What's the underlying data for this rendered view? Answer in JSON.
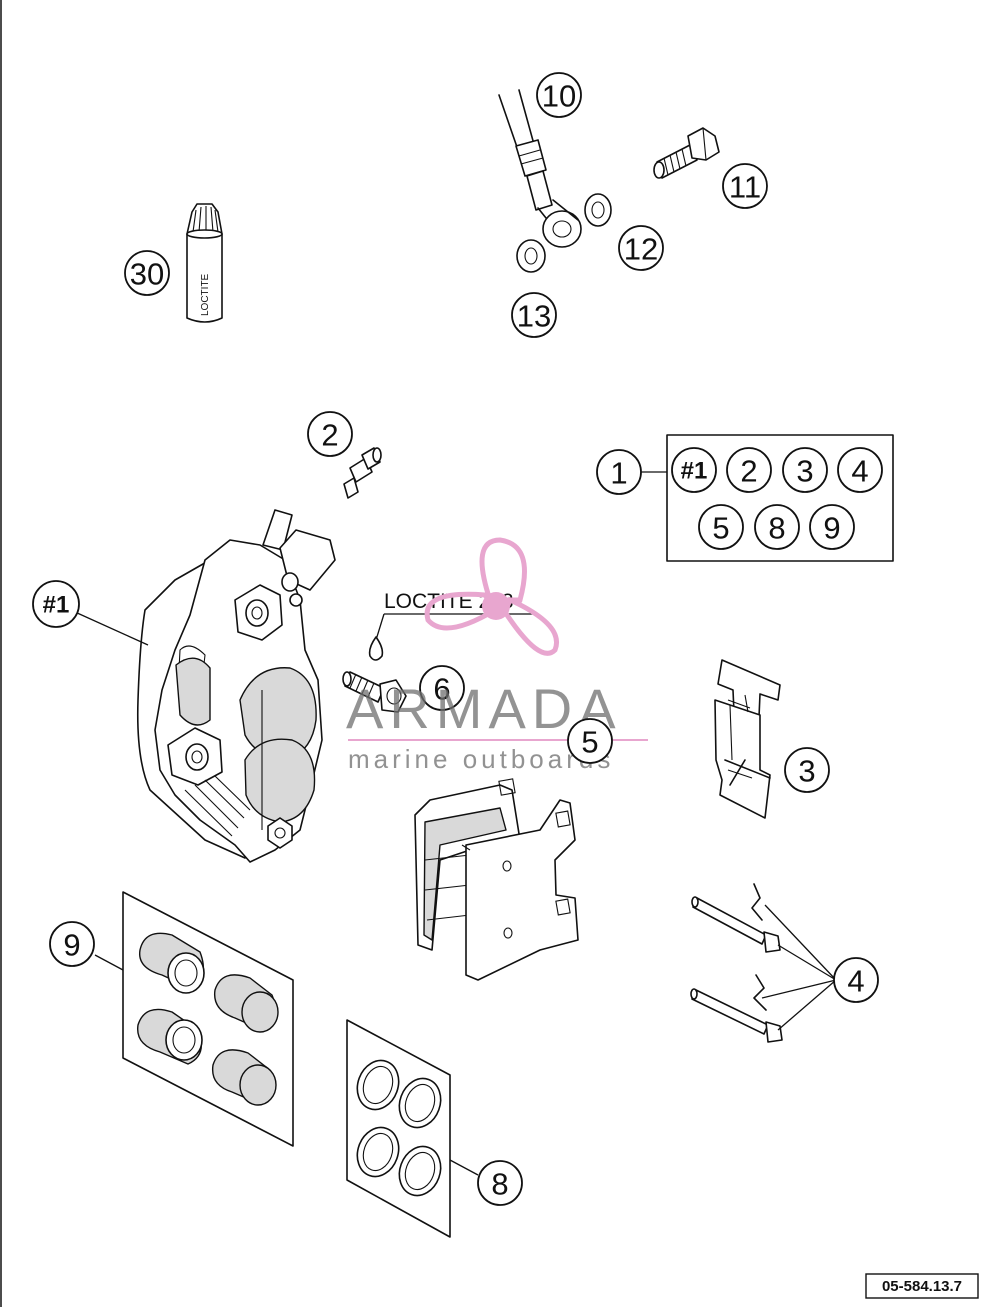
{
  "callouts": {
    "c1": "1",
    "c1_group": "#1",
    "c2": "2",
    "c3": "3",
    "c4": "4",
    "c5": "5",
    "c6": "6",
    "c8": "8",
    "c9": "9",
    "c10": "10",
    "c11": "11",
    "c12": "12",
    "c13": "13",
    "c30": "30"
  },
  "kit": {
    "row1": [
      "#1",
      "2",
      "3",
      "4"
    ],
    "row2": [
      "5",
      "8",
      "9"
    ]
  },
  "notes": {
    "loctite_label": "LOCTITE 243",
    "tube_label": "LOCTITE"
  },
  "watermark": {
    "brand": "ARMADA",
    "tagline": "marine outboards",
    "accent_color": "#e8a6cf"
  },
  "drawing_code": "05-584.13.7"
}
